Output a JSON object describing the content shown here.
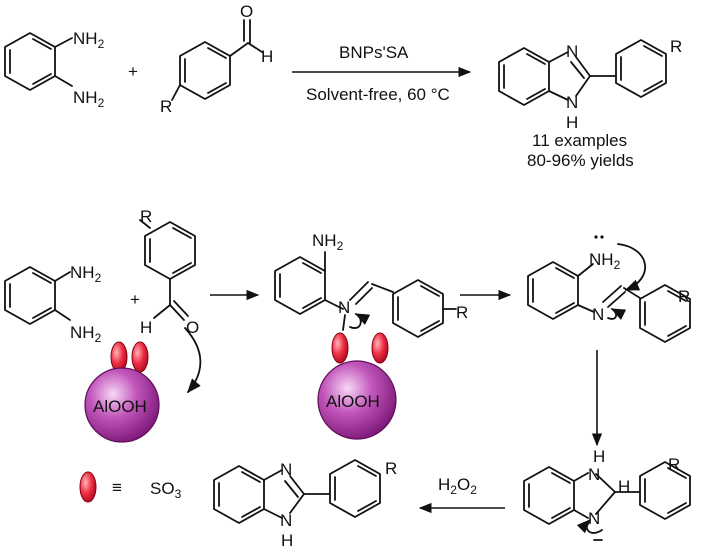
{
  "reaction": {
    "amine_group_top": "NH2",
    "amine_group_bottom": "NH2",
    "plus": "+",
    "aldehyde_o": "O",
    "aldehyde_h": "H",
    "substituent_r": "R",
    "catalyst": "BNPs'SA",
    "conditions": "Solvent-free, 60 °C",
    "product_n": "N",
    "product_nh": "H",
    "examples": "11 examples",
    "yields": "80-96% yields"
  },
  "mechanism": {
    "nh2_top": "NH2",
    "nh2_bottom": "NH2",
    "plus": "+",
    "r_label": "R",
    "carbonyl_h": "H",
    "carbonyl_o": "O",
    "alooh_1": "AlOOH",
    "alooh_2": "AlOOH",
    "imine_n": "N",
    "intermediate_nh2": "NH2",
    "intermediate_nh2b": "NH2",
    "intermediate_n": "N",
    "cyclic_h_top": "H",
    "cyclic_n_top": "N",
    "cyclic_h_mid": "H",
    "cyclic_n_bottom": "N",
    "oxidant": "H2O2",
    "final_n": "N",
    "final_h": "H",
    "final_r": "R"
  },
  "legend": {
    "equivalence": "≡",
    "so3": "SO3"
  },
  "colors": {
    "sphere": "#a0229a",
    "sphere_light": "#f4c6f0",
    "tag": "#e8142b",
    "tag_light": "#ff8a96"
  }
}
